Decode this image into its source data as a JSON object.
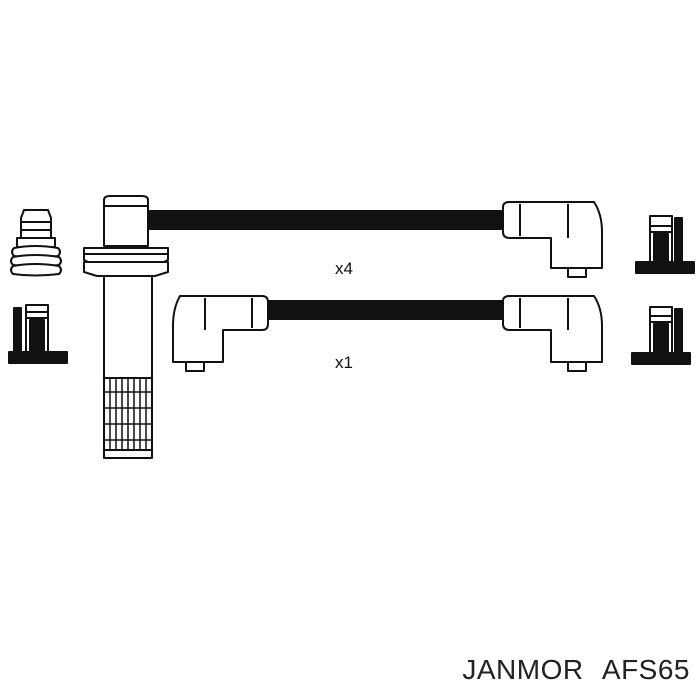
{
  "diagram": {
    "cable_set_quantity_label": "x4",
    "single_cable_quantity_label": "x1"
  },
  "caption": {
    "brand": "JANMOR",
    "part_number": "AFS65"
  },
  "colors": {
    "line": "#111111",
    "fill": "#ffffff",
    "caption": "#222222",
    "background": "#ffffff"
  }
}
